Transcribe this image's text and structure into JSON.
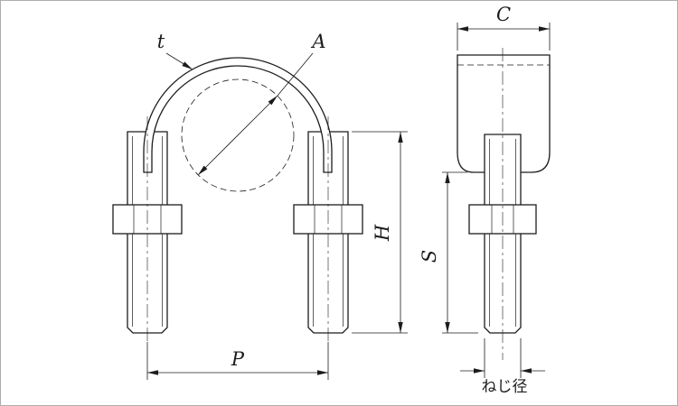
{
  "drawing": {
    "labels": {
      "band_thickness": "t",
      "pipe_diameter": "A",
      "height": "H",
      "pitch": "P",
      "band_width": "C",
      "thread_length": "S",
      "thread_diameter": "ねじ径"
    },
    "colors": {
      "line": "#1c1c1c",
      "background": "#ffffff",
      "frame": "#adadad"
    }
  }
}
